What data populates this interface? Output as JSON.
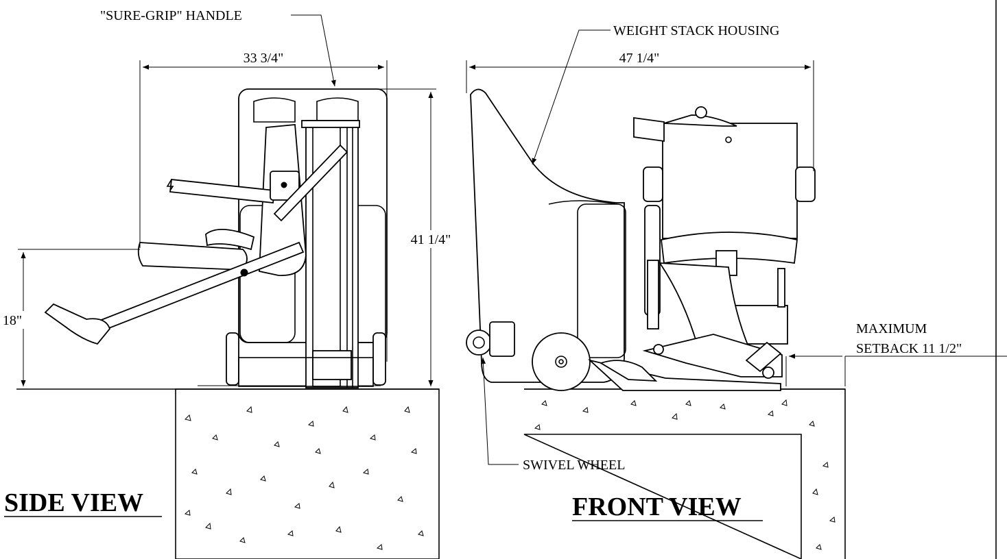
{
  "labels": {
    "handle": "\"SURE-GRIP\" HANDLE",
    "housing": "WEIGHT STACK HOUSING",
    "wheel": "SWIVEL WHEEL",
    "setback_line1": "MAXIMUM",
    "setback_line2": "SETBACK 11 1/2\""
  },
  "dimensions": {
    "side_width": "33 3/4\"",
    "side_height": "41 1/4\"",
    "seat_height": "18\"",
    "front_width": "47 1/4\""
  },
  "views": {
    "side": "SIDE VIEW",
    "front": "FRONT VIEW"
  }
}
